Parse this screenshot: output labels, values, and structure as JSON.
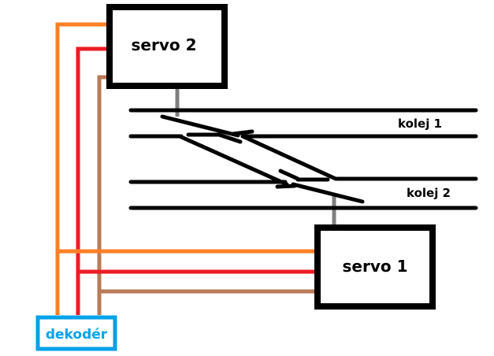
{
  "diagram": {
    "title": "",
    "components": {
      "servo2": {
        "label": "servo 2"
      },
      "servo1": {
        "label": "servo 1"
      },
      "decoder": {
        "label": "dekodér"
      }
    },
    "tracks": [
      {
        "id": "kolej-1",
        "label": "kolej 1"
      },
      {
        "id": "kolej-2",
        "label": "kolej 2"
      }
    ],
    "wires": [
      {
        "id": "orange",
        "color": "#ff7f27"
      },
      {
        "id": "red",
        "color": "#ed1c24"
      },
      {
        "id": "brown",
        "color": "#b97a57"
      }
    ],
    "colors": {
      "rail": "#000000",
      "servo_arm": "#7f7f7f",
      "box_border": "#000000",
      "decoder_border": "#00a2e8",
      "decoder_text": "#00a2e8"
    }
  }
}
